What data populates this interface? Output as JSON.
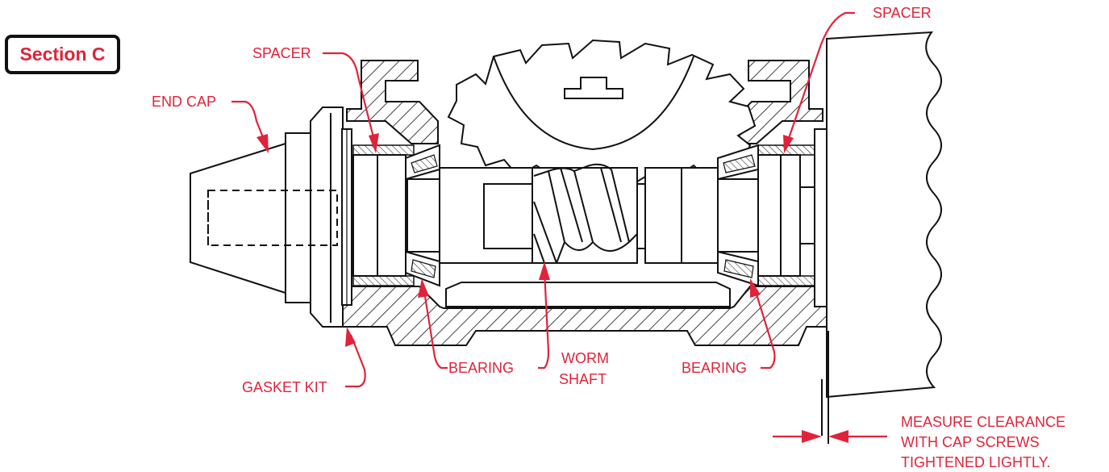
{
  "section": {
    "label": "Section C"
  },
  "callouts": {
    "spacer_left": "SPACER",
    "spacer_right": "SPACER",
    "end_cap": "END CAP",
    "gasket_kit": "GASKET KIT",
    "bearing_left": "BEARING",
    "worm_shaft_line1": "WORM",
    "worm_shaft_line2": "SHAFT",
    "bearing_right": "BEARING",
    "measure_line1": "MEASURE CLEARANCE",
    "measure_line2": "WITH CAP SCREWS",
    "measure_line3": "TIGHTENED LIGHTLY."
  },
  "colors": {
    "callout": "#e0233a",
    "ink": "#111111",
    "background": "#ffffff"
  }
}
